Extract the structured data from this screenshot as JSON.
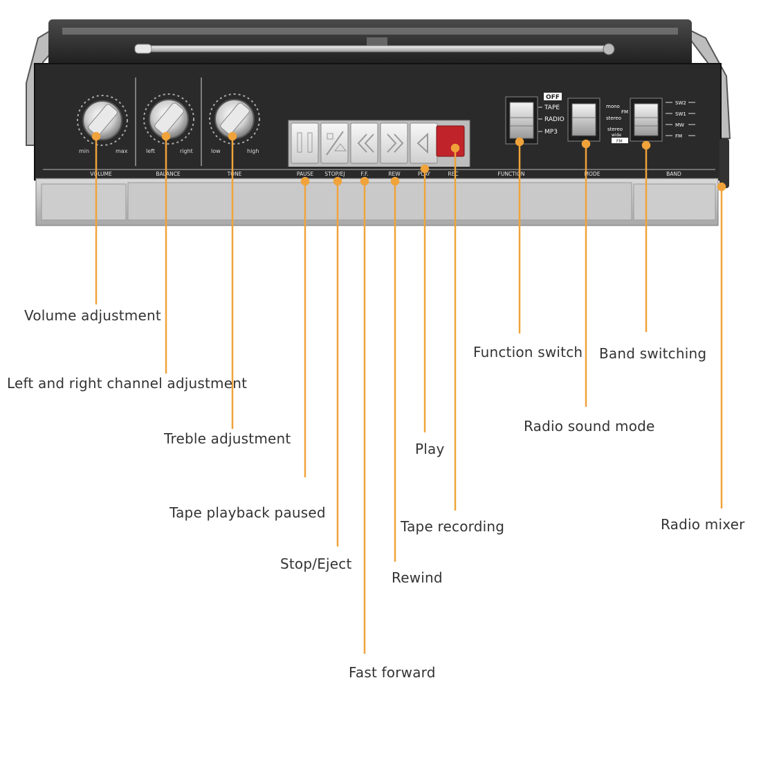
{
  "device": {
    "sections": {
      "volume": "VOLUME",
      "balance": "BALANCE",
      "tone": "TONE",
      "pause": "PAUSE",
      "stop_ej": "STOP/EJ",
      "ff": "F.F.",
      "rew": "REW",
      "play": "PLAY",
      "rec": "REC",
      "function": "FUNCTION",
      "mode": "MODE",
      "band": "BAND"
    },
    "knob_scales": {
      "volume": [
        "min",
        "max"
      ],
      "balance": [
        "left",
        "right"
      ],
      "tone": [
        "low",
        "high"
      ]
    },
    "function_options": [
      "OFF",
      "TAPE",
      "RADIO",
      "MP3"
    ],
    "mode_options": [
      "mono",
      "FM",
      "stereo",
      "stereo",
      "wide",
      "FM"
    ],
    "band_options": [
      "SW2",
      "SW1",
      "MW",
      "FM"
    ]
  },
  "callouts": {
    "volume": "Volume adjustment",
    "balance": "Left and right channel adjustment",
    "tone": "Treble adjustment",
    "pause": "Tape playback paused",
    "stop": "Stop/Eject",
    "ff": "Fast forward",
    "rew": "Rewind",
    "play": "Play",
    "rec": "Tape recording",
    "function": "Function switch",
    "mode": "Radio sound mode",
    "band": "Band switching",
    "mixer": "Radio mixer"
  },
  "colors": {
    "leader": "#f0a33a",
    "panel": "#2a2a2a",
    "rec_button": "#c0242a"
  }
}
